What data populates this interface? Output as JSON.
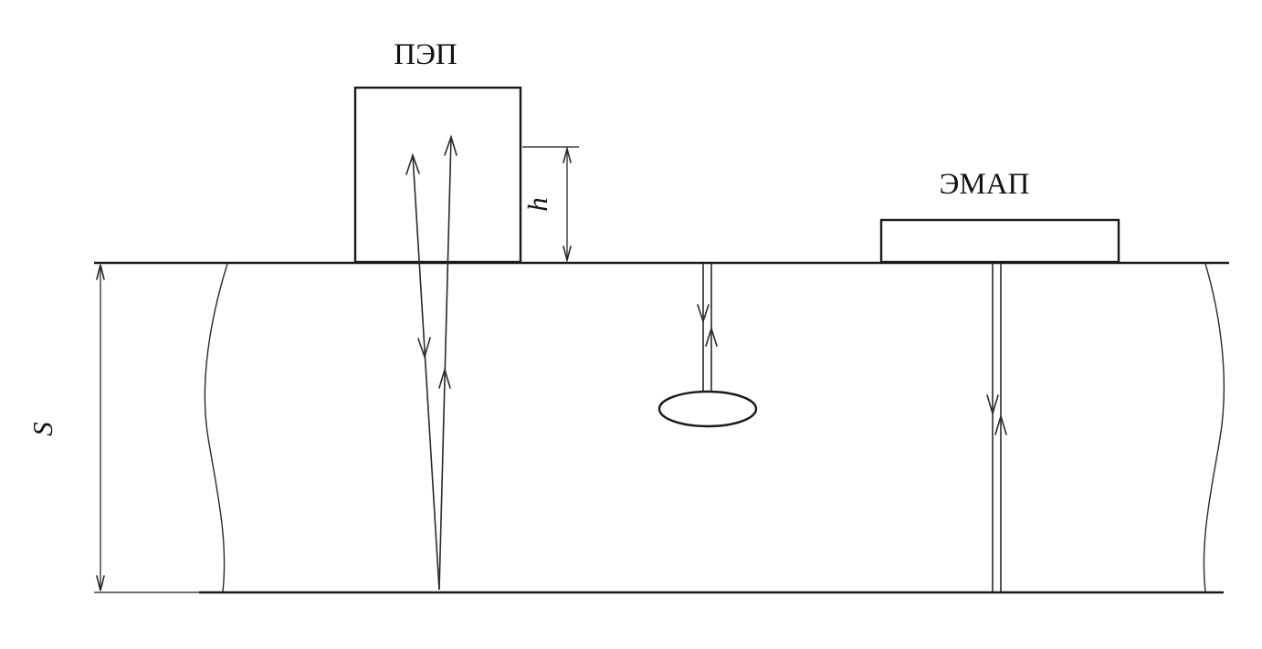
{
  "diagram": {
    "type": "ultrasonic-testing-schematic",
    "labels": {
      "pep": "ПЭП",
      "emap": "ЭМАП",
      "height": "h",
      "thickness": "S"
    },
    "colors": {
      "line": "#1a1a1a",
      "background": "#ffffff"
    }
  }
}
